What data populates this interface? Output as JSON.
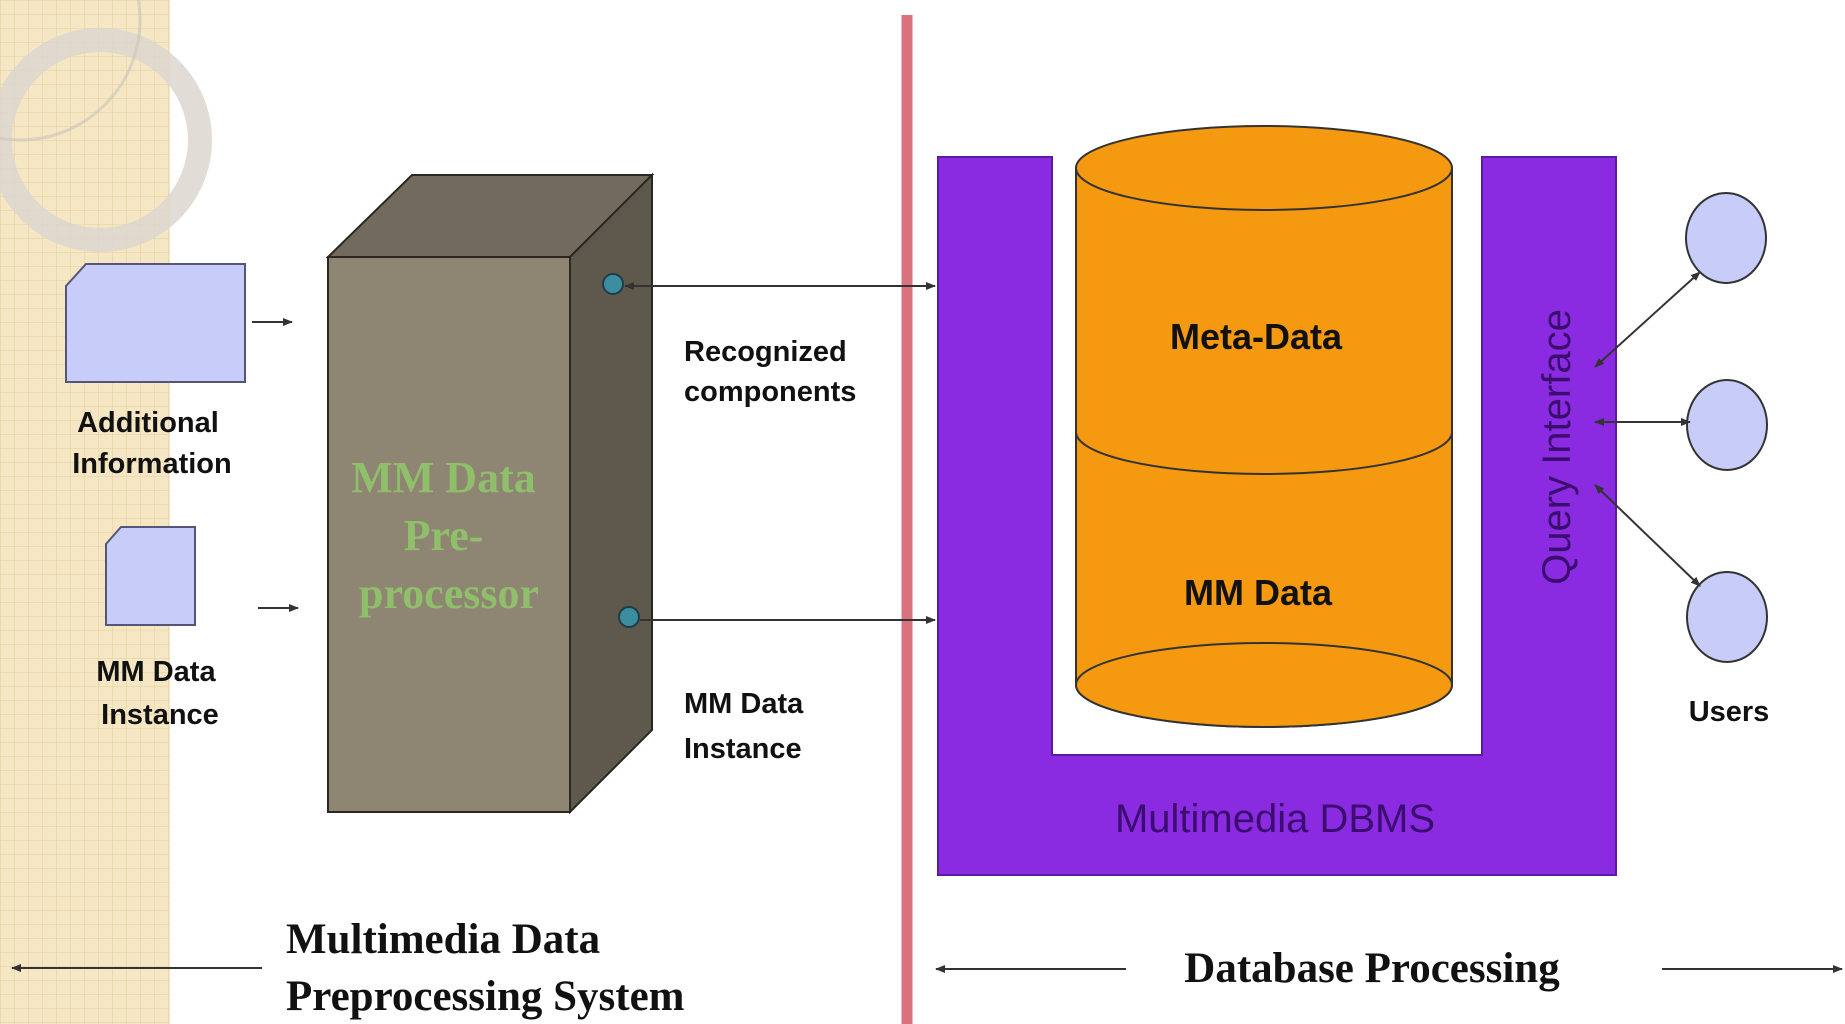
{
  "inputs": {
    "additional_information": [
      "Additional",
      "Information"
    ],
    "mm_data_instance": [
      "MM Data",
      "Instance"
    ]
  },
  "preprocessor": {
    "label": [
      "MM Data",
      "Pre-",
      "processor"
    ]
  },
  "outputs": {
    "recognized_components": [
      "Recognized",
      "components"
    ],
    "mm_data_instance": [
      "MM Data",
      "Instance"
    ]
  },
  "dbms": {
    "meta_data": "Meta-Data",
    "mm_data": "MM Data",
    "query_interface": "Query Interface",
    "title": "Multimedia DBMS"
  },
  "users": {
    "label": "Users"
  },
  "sections": {
    "left": [
      "Multimedia Data",
      "Preprocessing System"
    ],
    "right": "Database Processing"
  },
  "colors": {
    "sidebar": "#f5e6c4",
    "box_front": "#8f8573",
    "box_top": "#726b5d",
    "box_side": "#5e584d",
    "preprocessor_text": "#8fbf6a",
    "input_shape": "#c8ccf8",
    "divider": "#d9727d",
    "dbms": "#8a2be2",
    "cylinder": "#f59a10",
    "user_node": "#c7ccf8"
  }
}
